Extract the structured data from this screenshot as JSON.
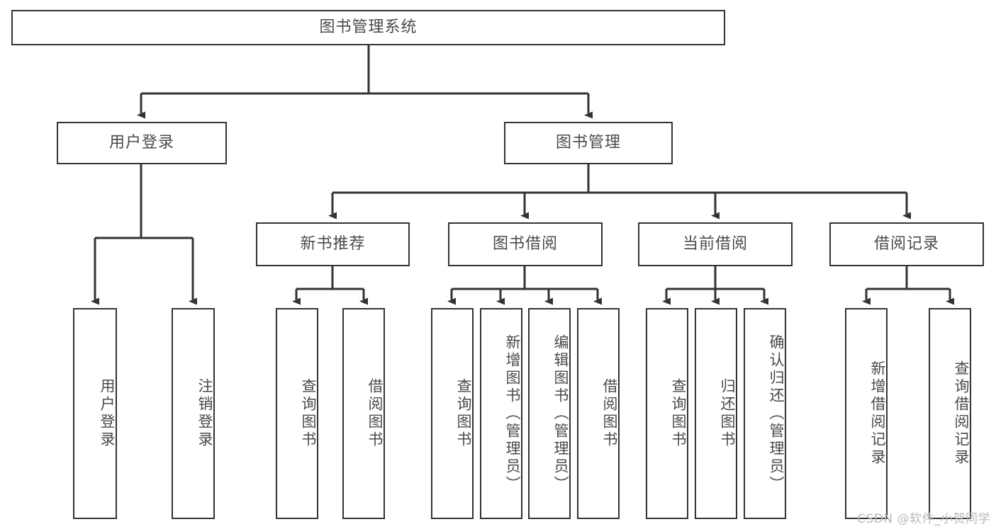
{
  "diagram": {
    "type": "tree-hierarchy",
    "title": "图书管理系统",
    "style": {
      "background": "#ffffff",
      "box_border": "#333333",
      "connector": "#333333",
      "text": "#4a4a4a",
      "watermark": "#b9b9b9"
    },
    "root": {
      "label": "图书管理系统",
      "orientation": "horizontal"
    },
    "level2": [
      {
        "label": "用户登录",
        "orientation": "horizontal"
      },
      {
        "label": "图书管理",
        "orientation": "horizontal"
      }
    ],
    "level3": [
      {
        "label": "新书推荐",
        "orientation": "horizontal"
      },
      {
        "label": "图书借阅",
        "orientation": "horizontal"
      },
      {
        "label": "当前借阅",
        "orientation": "horizontal"
      },
      {
        "label": "借阅记录",
        "orientation": "horizontal"
      }
    ],
    "leaves": {
      "user_login": [
        {
          "label": "用户登录",
          "orientation": "vertical"
        },
        {
          "label": "注销登录",
          "orientation": "vertical"
        }
      ],
      "new_book_recommend": [
        {
          "label": "查询图书",
          "orientation": "vertical"
        },
        {
          "label": "借阅图书",
          "orientation": "vertical"
        }
      ],
      "book_borrow": [
        {
          "label": "查询图书",
          "orientation": "vertical"
        },
        {
          "label": "新增图书（管理员）",
          "orientation": "vertical"
        },
        {
          "label": "编辑图书（管理员）",
          "orientation": "vertical"
        },
        {
          "label": "借阅图书",
          "orientation": "vertical"
        }
      ],
      "current_borrow": [
        {
          "label": "查询图书",
          "orientation": "vertical"
        },
        {
          "label": "归还图书",
          "orientation": "vertical"
        },
        {
          "label": "确认归还（管理员）",
          "orientation": "vertical"
        }
      ],
      "borrow_record": [
        {
          "label": "新增借阅记录",
          "orientation": "vertical"
        },
        {
          "label": "查询借阅记录",
          "orientation": "vertical"
        }
      ]
    },
    "watermark": "CSDN @软件_小贺同学"
  }
}
